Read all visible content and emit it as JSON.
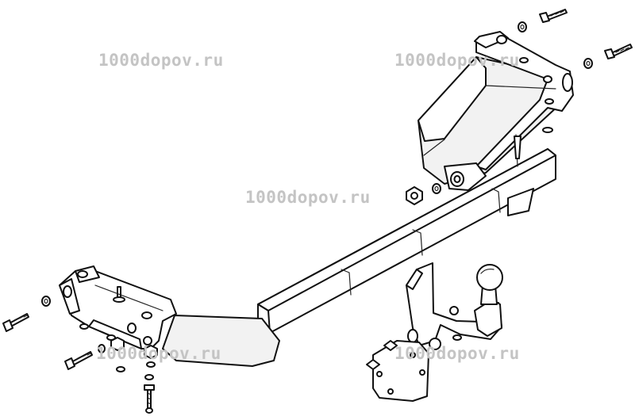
{
  "watermark": {
    "text": "1000dopov.ru",
    "color": "#c4c4c4"
  },
  "diagram": {
    "parts": [
      "left-mounting-bracket",
      "right-mounting-bracket",
      "cross-beam",
      "tow-ball-arm",
      "tow-ball",
      "socket-plate",
      "bolts",
      "nuts",
      "washers"
    ]
  }
}
